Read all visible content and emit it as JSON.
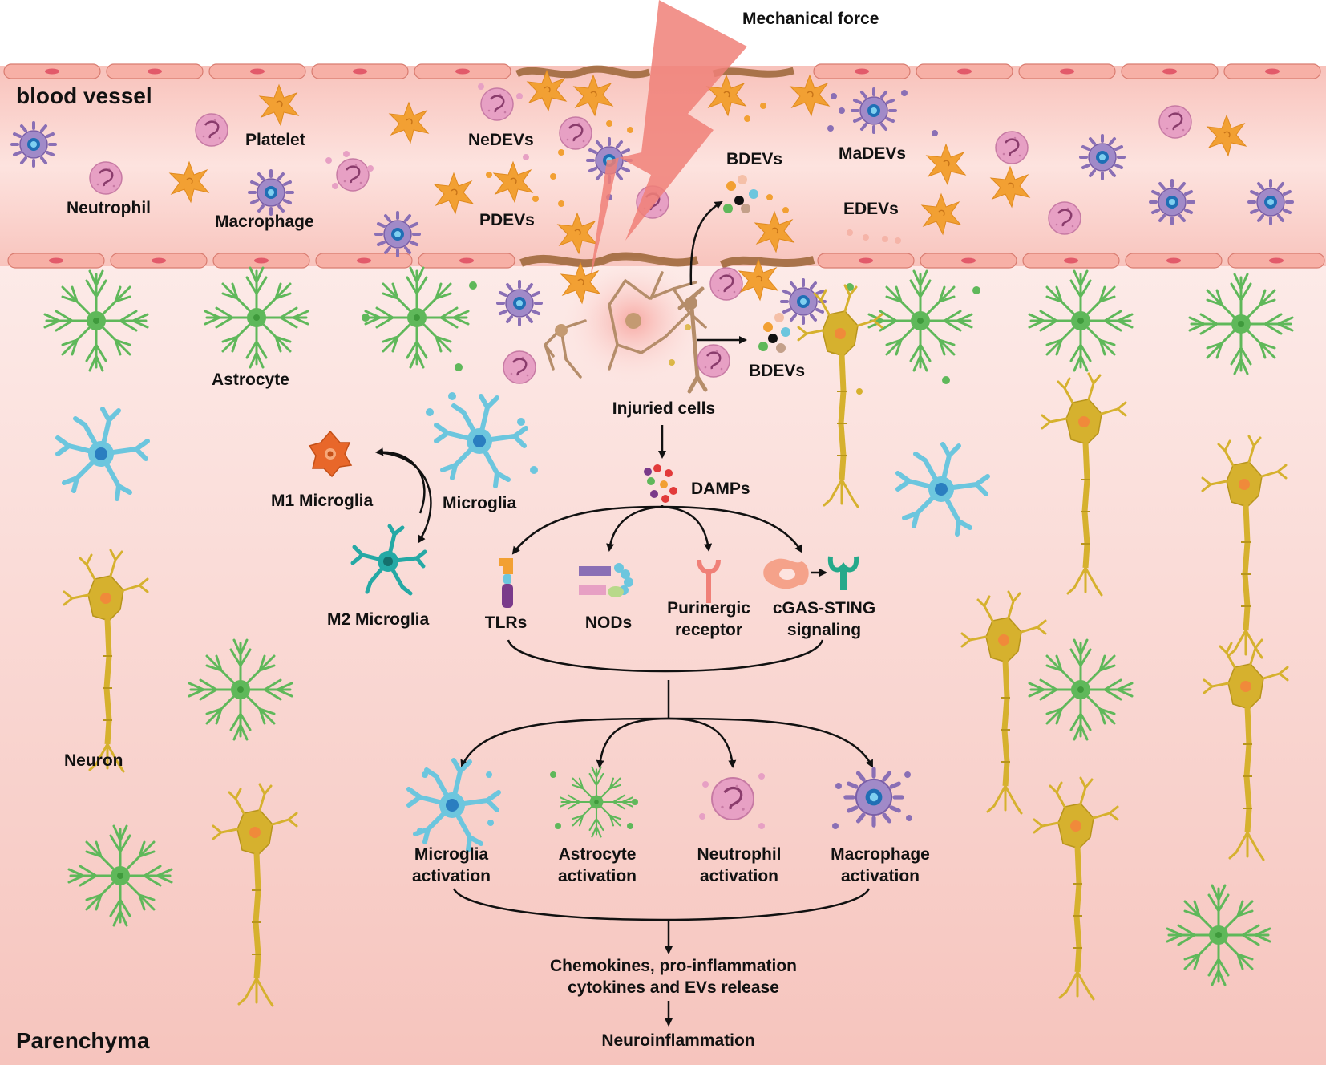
{
  "mechanical_force": "Mechanical force",
  "regions": {
    "vessel": "blood vessel",
    "parenchyma": "Parenchyma"
  },
  "vessel_labels": {
    "platelet": "Platelet",
    "neutrophil": "Neutrophil",
    "macrophage": "Macrophage",
    "nedevs": "NeDEVs",
    "pdevs": "PDEVs",
    "bdevs_top": "BDEVs",
    "madevs": "MaDEVs",
    "edevs": "EDEVs"
  },
  "parenchyma_labels": {
    "astrocyte": "Astrocyte",
    "bdevs_right": "BDEVs",
    "injured_cells": "Injuried cells",
    "microglia": "Microglia",
    "m1_microglia": "M1 Microglia",
    "m2_microglia": "M2 Microglia",
    "neuron": "Neuron",
    "damps": "DAMPs"
  },
  "receptors": {
    "tlrs": "TLRs",
    "nods": "NODs",
    "purinergic": [
      "Purinergic",
      "receptor"
    ],
    "cgas": [
      "cGAS-STING",
      "signaling"
    ]
  },
  "activations": {
    "microglia": [
      "Microglia",
      "activation"
    ],
    "astrocyte": [
      "Astrocyte",
      "activation"
    ],
    "neutrophil": [
      "Neutrophil",
      "activation"
    ],
    "macrophage": [
      "Macrophage",
      "activation"
    ]
  },
  "release": [
    "Chemokines, pro-inflammation",
    "cytokines and EVs release"
  ],
  "outcome": "Neuroinflammation",
  "colors": {
    "vessel_bg": "#f9c9c3",
    "endothelium": "#f5a99f",
    "bolt": "#f08078",
    "platelet": "#f2a033",
    "neutrophil": "#e7a0c4",
    "macrophage": "#8a6fb5",
    "astrocyte": "#5fb85a",
    "microglia": "#6cc6de",
    "m1": "#e8672a",
    "m2": "#25a9a5",
    "neuron": "#d6b12e",
    "injured": "#b58d6a"
  }
}
